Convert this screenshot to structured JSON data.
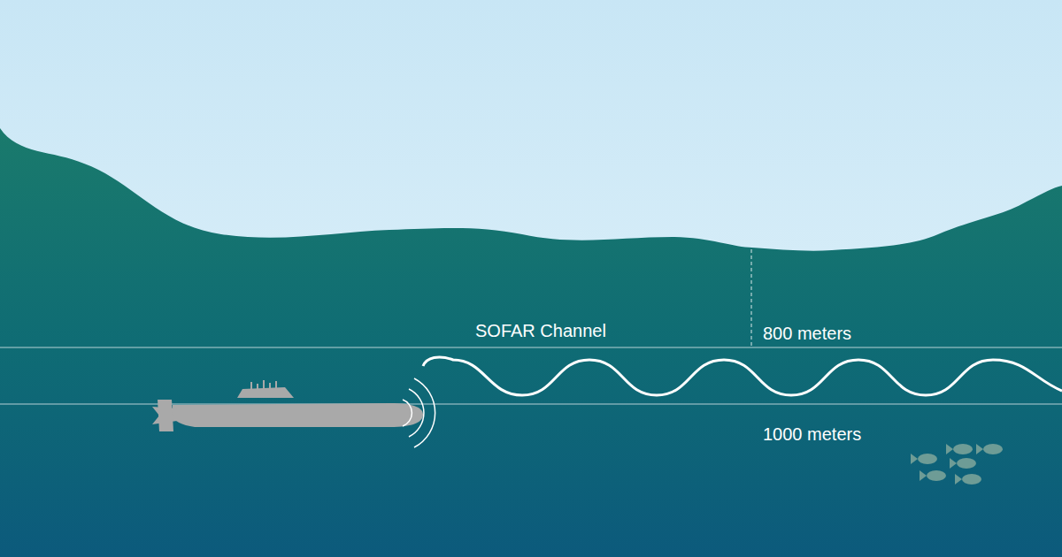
{
  "diagram": {
    "labels": [
      "SOFAR Channel",
      "800 meters",
      "1000 meters"
    ]
  }
}
